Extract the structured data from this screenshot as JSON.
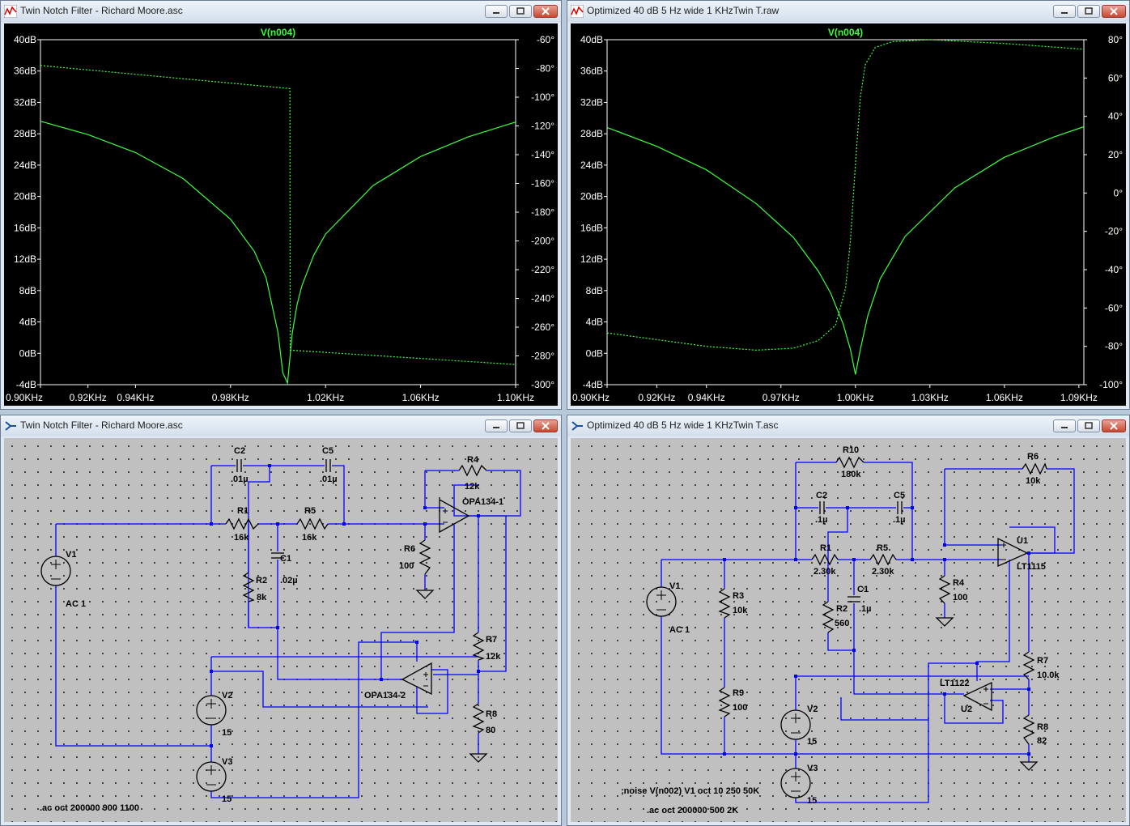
{
  "windows": {
    "plot1": {
      "title": "Twin Notch Filter - Richard Moore.asc"
    },
    "plot2": {
      "title": "Optimized 40 dB 5 Hz wide 1 KHzTwin T.raw"
    },
    "sch1": {
      "title": "Twin Notch Filter - Richard Moore.asc"
    },
    "sch2": {
      "title": "Optimized 40 dB 5 Hz wide 1 KHzTwin T.asc"
    }
  },
  "chart_data": [
    {
      "type": "line",
      "title": "V(n004)",
      "ylim": [
        -4,
        40
      ],
      "y2lim": [
        -300,
        -60
      ],
      "y_ticks": [
        "40dB",
        "36dB",
        "32dB",
        "28dB",
        "24dB",
        "20dB",
        "16dB",
        "12dB",
        "8dB",
        "4dB",
        "0dB",
        "-4dB"
      ],
      "y2_ticks": [
        "-60°",
        "-80°",
        "-100°",
        "-120°",
        "-140°",
        "-160°",
        "-180°",
        "-200°",
        "-220°",
        "-240°",
        "-260°",
        "-280°",
        "-300°"
      ],
      "x_ticks": [
        "0.90KHz",
        "0.92KHz",
        "0.94KHz",
        "0.98KHz",
        "1.02KHz",
        "1.06KHz",
        "1.10KHz"
      ],
      "x_tick_values": [
        900,
        920,
        940,
        980,
        1020,
        1060,
        1100
      ],
      "xlim": [
        900,
        1100
      ],
      "grid": false,
      "series": [
        {
          "name": "V(n004)",
          "style": "solid",
          "axis": "magnitude",
          "x": [
            900,
            920,
            940,
            960,
            980,
            990,
            995,
            1000,
            1002,
            1004,
            1006,
            1008,
            1010,
            1015,
            1020,
            1040,
            1060,
            1080,
            1100
          ],
          "y": [
            29.6,
            27.9,
            25.6,
            22.3,
            17.1,
            13.0,
            9.6,
            2.6,
            -2.5,
            -3.8,
            2.6,
            6.2,
            8.6,
            12.5,
            15.2,
            21.4,
            25.1,
            27.6,
            29.5
          ]
        },
        {
          "name": "phase",
          "style": "dashed",
          "axis": "phase",
          "x": [
            900,
            1005,
            1005.1,
            1100
          ],
          "y": [
            -78,
            -94,
            -276,
            -286
          ]
        }
      ]
    },
    {
      "type": "line",
      "title": "V(n004)",
      "ylim": [
        -4,
        40
      ],
      "y2lim": [
        -100,
        80
      ],
      "y_ticks": [
        "40dB",
        "36dB",
        "32dB",
        "28dB",
        "24dB",
        "20dB",
        "16dB",
        "12dB",
        "8dB",
        "4dB",
        "0dB",
        "-4dB"
      ],
      "y2_ticks": [
        "80°",
        "60°",
        "40°",
        "20°",
        "0°",
        "-20°",
        "-40°",
        "-60°",
        "-80°",
        "-100°"
      ],
      "x_ticks": [
        "0.90KHz",
        "0.92KHz",
        "0.94KHz",
        "0.97KHz",
        "1.00KHz",
        "1.03KHz",
        "1.06KHz",
        "1.09KHz"
      ],
      "x_tick_values": [
        900,
        920,
        940,
        970,
        1000,
        1030,
        1060,
        1090
      ],
      "xlim": [
        900,
        1092
      ],
      "grid": false,
      "series": [
        {
          "name": "V(n004)",
          "style": "solid",
          "axis": "magnitude",
          "x": [
            900,
            920,
            940,
            960,
            975,
            985,
            990,
            995,
            998,
            1000,
            1002,
            1005,
            1010,
            1020,
            1040,
            1060,
            1080,
            1092
          ],
          "y": [
            28.8,
            26.4,
            23.4,
            19.1,
            14.8,
            10.5,
            7.7,
            3.8,
            0.5,
            -2.7,
            0.5,
            4.8,
            9.5,
            14.9,
            21.1,
            25.0,
            27.6,
            28.9
          ]
        },
        {
          "name": "phase",
          "style": "dashed",
          "axis": "phase",
          "x": [
            900,
            940,
            960,
            975,
            985,
            992,
            996,
            998,
            1000,
            1002,
            1004,
            1008,
            1015,
            1030,
            1060,
            1092
          ],
          "y": [
            -73,
            -80,
            -82,
            -81,
            -77,
            -69,
            -50,
            -25,
            15,
            50,
            67,
            76,
            79,
            80,
            78,
            75
          ]
        }
      ]
    }
  ],
  "schematic1": {
    "labels": {
      "C2": "C2",
      "C2v": ".01µ",
      "C5": "C5",
      "C5v": ".01µ",
      "R4": "R4",
      "R4v": "12k",
      "U": "OPA134-1",
      "R1": "R1",
      "R1v": "16k",
      "R5": "R5",
      "R5v": "16k",
      "C1": "C1",
      "C1v": ".02µ",
      "R6": "R6",
      "R6v": "100",
      "V1": "V1",
      "V1v": "AC 1",
      "R2": "R2",
      "R2v": "8k",
      "R7": "R7",
      "R7v": "12k",
      "U2": "OPA134-2",
      "V2": "V2",
      "V2v": "15",
      "R8": "R8",
      "R8v": "80",
      "V3": "V3",
      "V3v": "15",
      "directive": ".ac oct 200000 900 1100"
    }
  },
  "schematic2": {
    "labels": {
      "R10": "R10",
      "R10v": "180k",
      "R6": "R6",
      "R6v": "10k",
      "C2": "C2",
      "C2v": ".1µ",
      "C5": "C5",
      "C5v": ".1µ",
      "U1": "U1",
      "U1v": "LT1115",
      "R1": "R1",
      "R1v": "2.30k",
      "R5": "R5",
      "R5v": "2.30k",
      "V1": "V1",
      "V1v": "AC 1",
      "R3": "R3",
      "R3v": "10k",
      "C1": "C1",
      "C1v": ".1µ",
      "R4": "R4",
      "R4v": "100",
      "R2": "R2",
      "R2v": "560",
      "R7": "R7",
      "R7v": "10.0k",
      "U2n": "LT1122",
      "U2": "U2",
      "R9": "R9",
      "R9v": "100",
      "V2": "V2",
      "V2v": "15",
      "R8": "R8",
      "R8v": "82",
      "V3": "V3",
      "V3v": "15",
      "noise": ";noise V(n002) V1 oct 10 250 50K",
      "directive": ".ac oct 200000 500 2K"
    }
  },
  "colors": {
    "trace": "#3dff3d",
    "wire": "#0000ff",
    "plot_bg": "#000000",
    "sch_bg": "#c0c0c0"
  }
}
